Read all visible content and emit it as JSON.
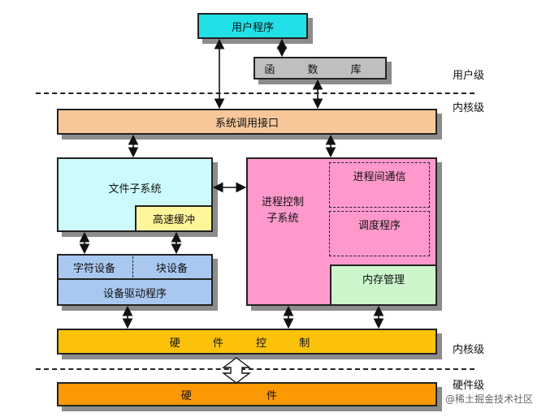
{
  "boxes": {
    "user_program": "用户程序",
    "library": "函 数 库",
    "syscall": "系统调用接口",
    "file_subsystem": "文件子系统",
    "buffer": "高速缓冲",
    "char_device": "字符设备",
    "block_device": "块设备",
    "device_driver": "设备驱动程序",
    "process_control": "进程控制\n子系统",
    "ipc": "进程间通信",
    "scheduler": "调度程序",
    "memory": "内存管理",
    "hardware_control": "硬 件 控 制",
    "hardware": "硬 件"
  },
  "levels": {
    "user": "用户级",
    "kernel_top": "内核级",
    "kernel_bottom": "内核级",
    "hardware": "硬件级"
  },
  "watermark": "@稀土掘金技术社区",
  "colors": {
    "user_program": "#22e0e8",
    "library": "#bfbfbf",
    "syscall": "#f7c79a",
    "file_subsystem": "#cdfbfb",
    "buffer": "#fff59a",
    "device": "#a9c8f0",
    "process": "#ff99cc",
    "memory": "#ccf5cc",
    "hardware_control": "#fcc20a",
    "hardware": "#fb9904"
  }
}
